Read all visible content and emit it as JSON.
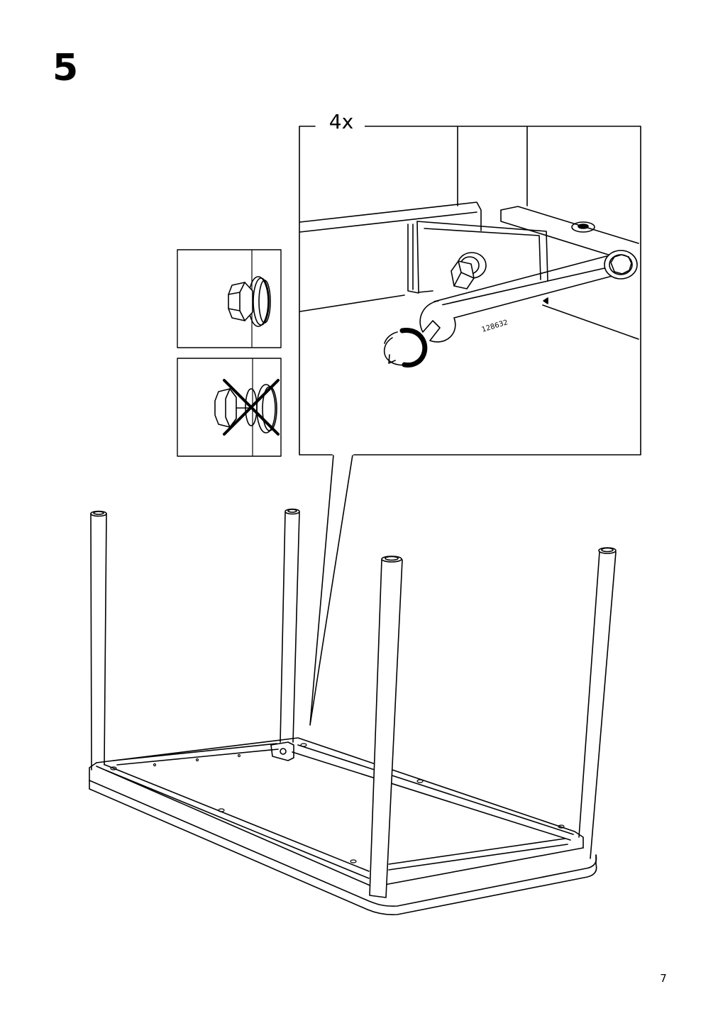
{
  "step": {
    "number": "5"
  },
  "detail": {
    "quantity": "4x",
    "wrench_part_number": "128632"
  },
  "checks": [
    {
      "state": "correct",
      "icon": "bolt-tight-icon"
    },
    {
      "state": "incorrect",
      "icon": "bolt-loose-icon"
    }
  ],
  "page": {
    "number": "7"
  }
}
